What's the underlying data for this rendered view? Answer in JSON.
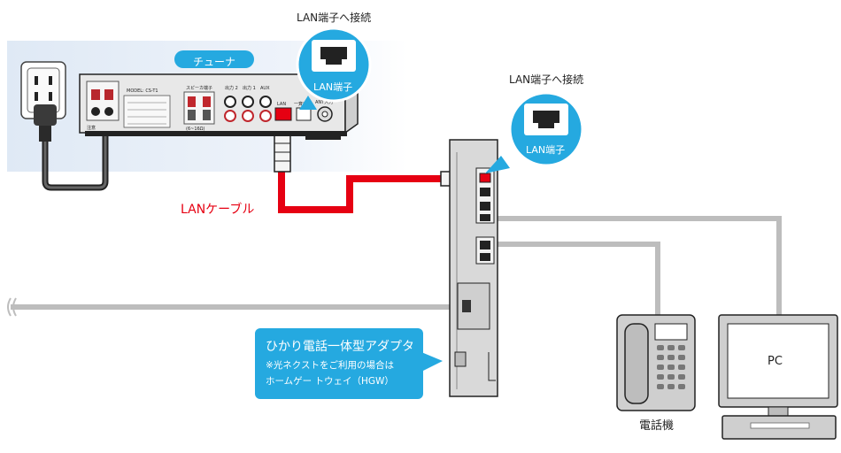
{
  "labels": {
    "lan_connect_top": "LAN端子へ接続",
    "lan_connect_right": "LAN端子へ接続",
    "lan_port": "LAN端子",
    "tuner": "チューナ",
    "lan_cable": "LANケーブル",
    "adapter_title": "ひかり電話一体型アダプタ",
    "adapter_note_1": "※光ネクストをご利用の場合は",
    "adapter_note_2": "ホームゲー トウェイ（HGW）",
    "phone": "電話機",
    "pc": "PC"
  },
  "tuner_panel": {
    "speaker": "スピーカ端子",
    "out2": "出力 2",
    "out1": "出力 1",
    "aux": "AUX",
    "lan": "LAN",
    "one_out": "一斉出力",
    "ant": "ANT入力",
    "ohm": "(6~16Ω)",
    "model": "MODEL: CS-T1",
    "caution": "注意"
  },
  "colors": {
    "accent_blue": "#25a9e0",
    "lan_cable_red": "#e60012",
    "line_gray": "#bdbdbd",
    "device_gray": "#d5d5d5"
  },
  "icons": [
    "lan-port-icon",
    "power-outlet-icon",
    "power-plug-icon",
    "telephone-icon",
    "pc-monitor-icon"
  ]
}
